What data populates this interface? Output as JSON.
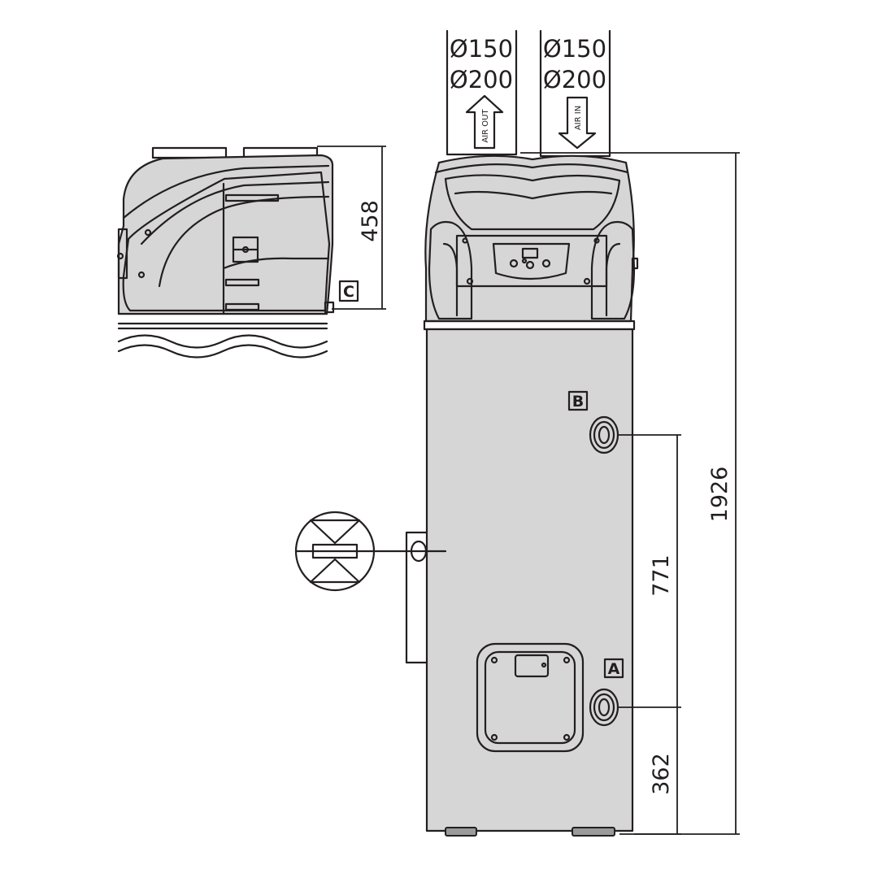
{
  "ducts": {
    "out": {
      "diameter_1": "Ø150",
      "diameter_2": "Ø200",
      "arrow_label": "AIR OUT"
    },
    "in": {
      "diameter_1": "Ø150",
      "diameter_2": "Ø200",
      "arrow_label": "AIR IN"
    }
  },
  "dimensions": {
    "side_height": "458",
    "total_height": "1926",
    "connection_spacing": "771",
    "bottom_connection": "362"
  },
  "markers": {
    "a": "A",
    "b": "B",
    "c": "C"
  },
  "colors": {
    "line": "#231f20",
    "body_fill": "#d6d6d6",
    "feet": "#9a9a9a",
    "background": "#ffffff"
  }
}
